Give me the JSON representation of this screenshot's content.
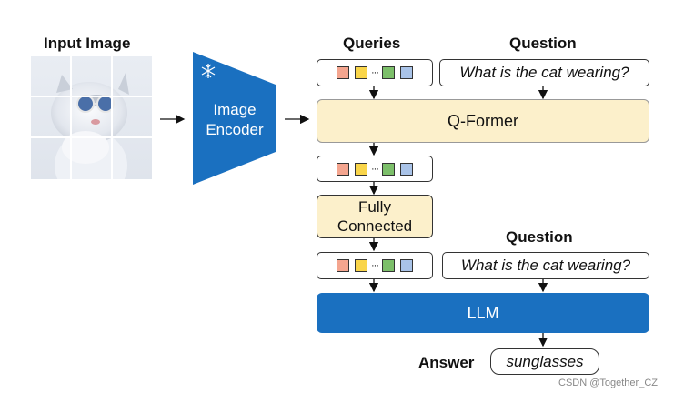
{
  "input": {
    "title": "Input Image"
  },
  "encoder": {
    "label_line1": "Image",
    "label_line2": "Encoder"
  },
  "headers": {
    "queries": "Queries",
    "question_top": "Question",
    "question_mid": "Question"
  },
  "question_text": "What is the cat wearing?",
  "token_colors": [
    "#f4a58f",
    "#f9d54a",
    "#7cbf6a",
    "#a9c3e8"
  ],
  "token_separator": "···",
  "qformer": {
    "label": "Q-Former"
  },
  "fully_connected": {
    "line1": "Fully",
    "line2": "Connected"
  },
  "llm": {
    "label": "LLM"
  },
  "answer": {
    "label": "Answer",
    "value": "sunglasses"
  },
  "watermark": "CSDN @Together_CZ",
  "colors": {
    "encoder_blue": "#1a70c0",
    "qformer_fill": "#fcf0cb"
  }
}
